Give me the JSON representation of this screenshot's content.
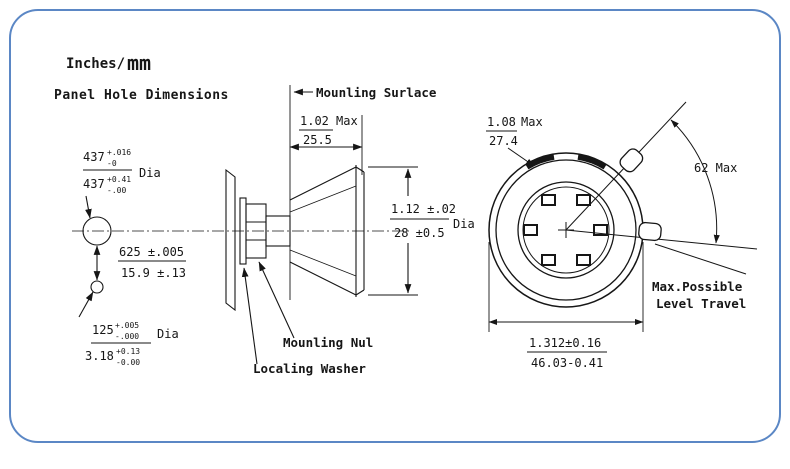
{
  "header": {
    "units_prefix": "Inches/",
    "units_suffix": "mm",
    "title": "Panel Hole Dimensions"
  },
  "left_view": {
    "hole_large": {
      "in_base": "437",
      "in_tol_up": "+.016",
      "in_tol_dn": "-0",
      "mm_base": "437",
      "mm_tol_up": "+0.41",
      "mm_tol_dn": "-.00",
      "dia": "Dia"
    },
    "spacing": {
      "in": "625 ±.005",
      "mm": "15.9 ±.13"
    },
    "hole_small": {
      "in_base": "125",
      "in_tol_up": "+.005",
      "in_tol_dn": "-.000",
      "mm_base": "3.18",
      "mm_tol_up": "+0.13",
      "mm_tol_dn": "-0.00",
      "dia": "Dia"
    }
  },
  "side_view": {
    "surface_label": "Mounling Surlace",
    "depth": {
      "in": "1.02",
      "max": "Max",
      "mm": "25.5"
    },
    "body_dia": {
      "in": "1.12 ±.02",
      "mm": "28 ±0.5",
      "dia": "Dia"
    },
    "nut_label": "Mounling Nul",
    "washer_label": "Localing Washer"
  },
  "front_view": {
    "tab_height": {
      "in": "1.08",
      "max": "Max",
      "mm": "27.4"
    },
    "angle_label": "62 Max",
    "travel_line1": "Max.Possible",
    "travel_line2": "Level Travel",
    "width": {
      "in": "1.312±0.16",
      "mm": "46.03-0.41"
    }
  },
  "colors": {
    "accent_red": "#cc1212",
    "frame_blue": "#5b87c5",
    "ink": "#161616"
  }
}
